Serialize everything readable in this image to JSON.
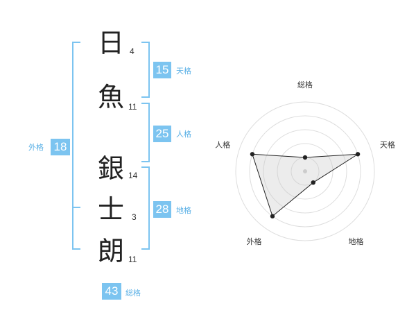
{
  "name_chars": [
    {
      "char": "日",
      "strokes": "4"
    },
    {
      "char": "魚",
      "strokes": "11"
    },
    {
      "char": "銀",
      "strokes": "14"
    },
    {
      "char": "士",
      "strokes": "3"
    },
    {
      "char": "朗",
      "strokes": "11"
    }
  ],
  "fortune": {
    "tenkaku": {
      "value": "15",
      "label": "天格"
    },
    "jinkaku": {
      "value": "25",
      "label": "人格"
    },
    "chikaku": {
      "value": "28",
      "label": "地格"
    },
    "gaikaku": {
      "value": "18",
      "label": "外格"
    },
    "soukaku": {
      "value": "43",
      "label": "総格"
    }
  },
  "colors": {
    "accent": "#7cc4f0",
    "label": "#5ab0e6"
  },
  "chart_data": {
    "type": "radar",
    "axes": [
      "総格",
      "天格",
      "地格",
      "外格",
      "人格"
    ],
    "values": [
      1,
      4,
      1,
      4,
      4
    ],
    "rmax": 5
  }
}
